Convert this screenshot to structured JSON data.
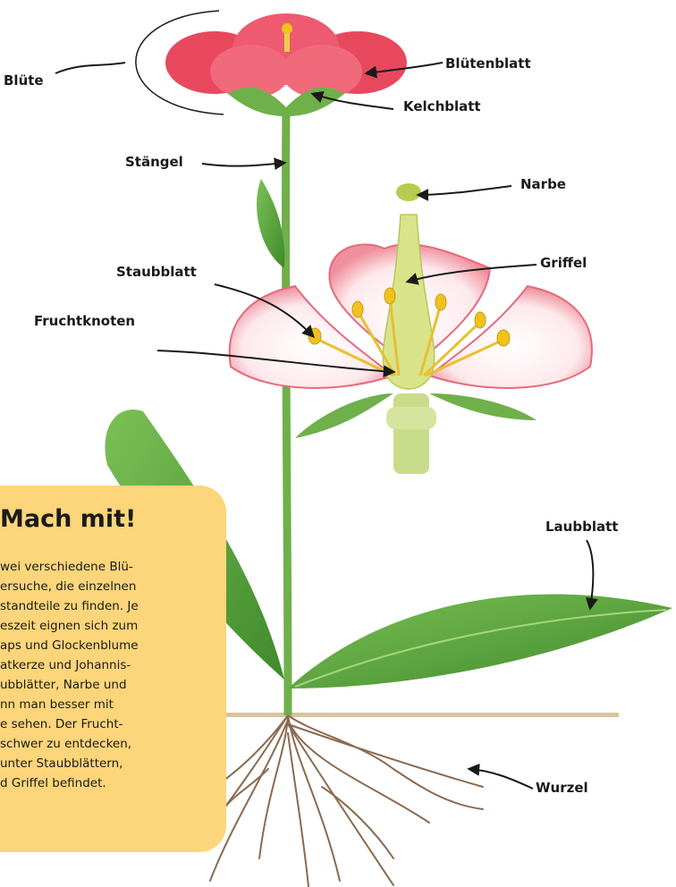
{
  "labels": {
    "bluete": "Blüte",
    "bluetenblatt": "Blütenblatt",
    "kelchblatt": "Kelchblatt",
    "staengel": "Stängel",
    "narbe": "Narbe",
    "griffel": "Griffel",
    "staubblatt": "Staubblatt",
    "fruchtknoten": "Fruchtknoten",
    "laubblatt": "Laubblatt",
    "wurzel": "Wurzel"
  },
  "infobox": {
    "title": "Mach mit!",
    "lines": [
      "wei verschiedene Blü-",
      "ersuche, die einzelnen",
      "standteile zu finden. Je",
      "eszeit eignen sich zum",
      "aps und Glockenblume",
      "atkerze und Johannis-",
      "ubblätter, Narbe und",
      "nn man besser mit",
      "e sehen. Der Frucht-",
      "schwer zu entdecken,",
      "unter Staubblättern,",
      "d Griffel befindet."
    ]
  },
  "colors": {
    "petal_red": "#e8485e",
    "petal_pink": "#f4a9b3",
    "stem_green": "#6fb04a",
    "leaf_green": "#5fa63e",
    "root_brown": "#8a6a4f",
    "soil": "#d9c49a",
    "stamen_yellow": "#f2c21b",
    "box_yellow": "#fdd57a"
  }
}
